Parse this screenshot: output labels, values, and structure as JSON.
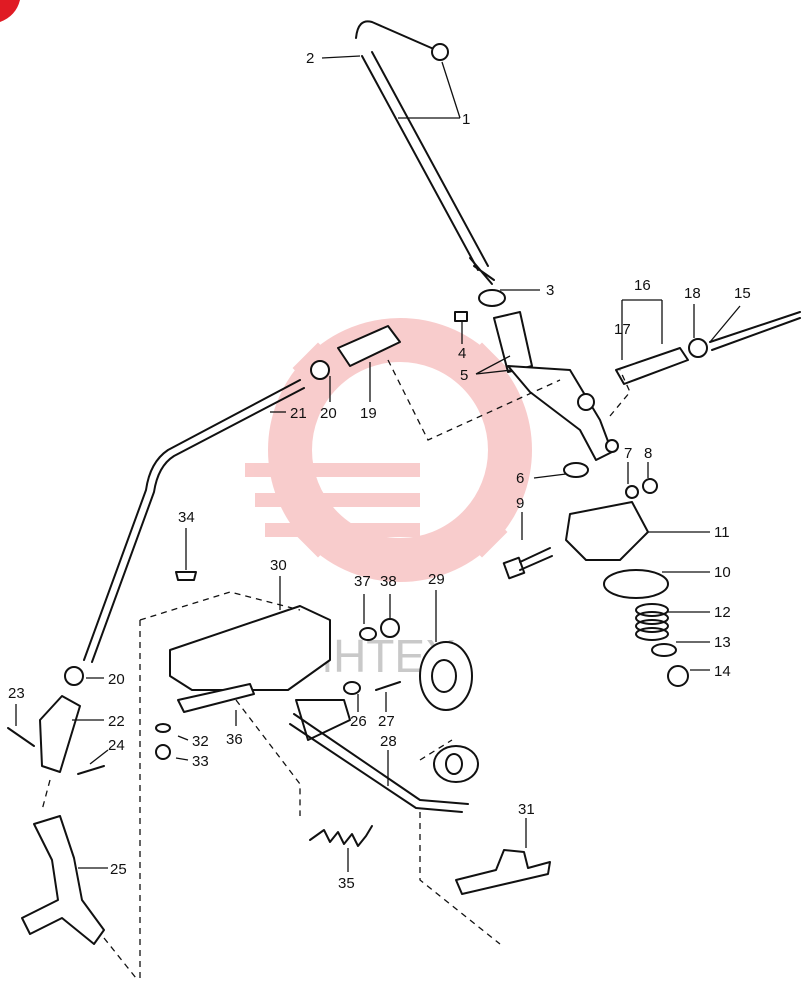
{
  "diagram": {
    "watermark": {
      "text": "ИНТЕХ",
      "color": "#f4a3a3"
    },
    "accent_color": "#e01b24",
    "callouts": [
      "1",
      "2",
      "3",
      "4",
      "5",
      "6",
      "7",
      "8",
      "9",
      "10",
      "11",
      "12",
      "13",
      "14",
      "15",
      "16",
      "17",
      "18",
      "19",
      "20",
      "20",
      "21",
      "22",
      "23",
      "24",
      "25",
      "26",
      "27",
      "28",
      "29",
      "30",
      "31",
      "32",
      "33",
      "34",
      "35",
      "36",
      "37",
      "38"
    ]
  }
}
